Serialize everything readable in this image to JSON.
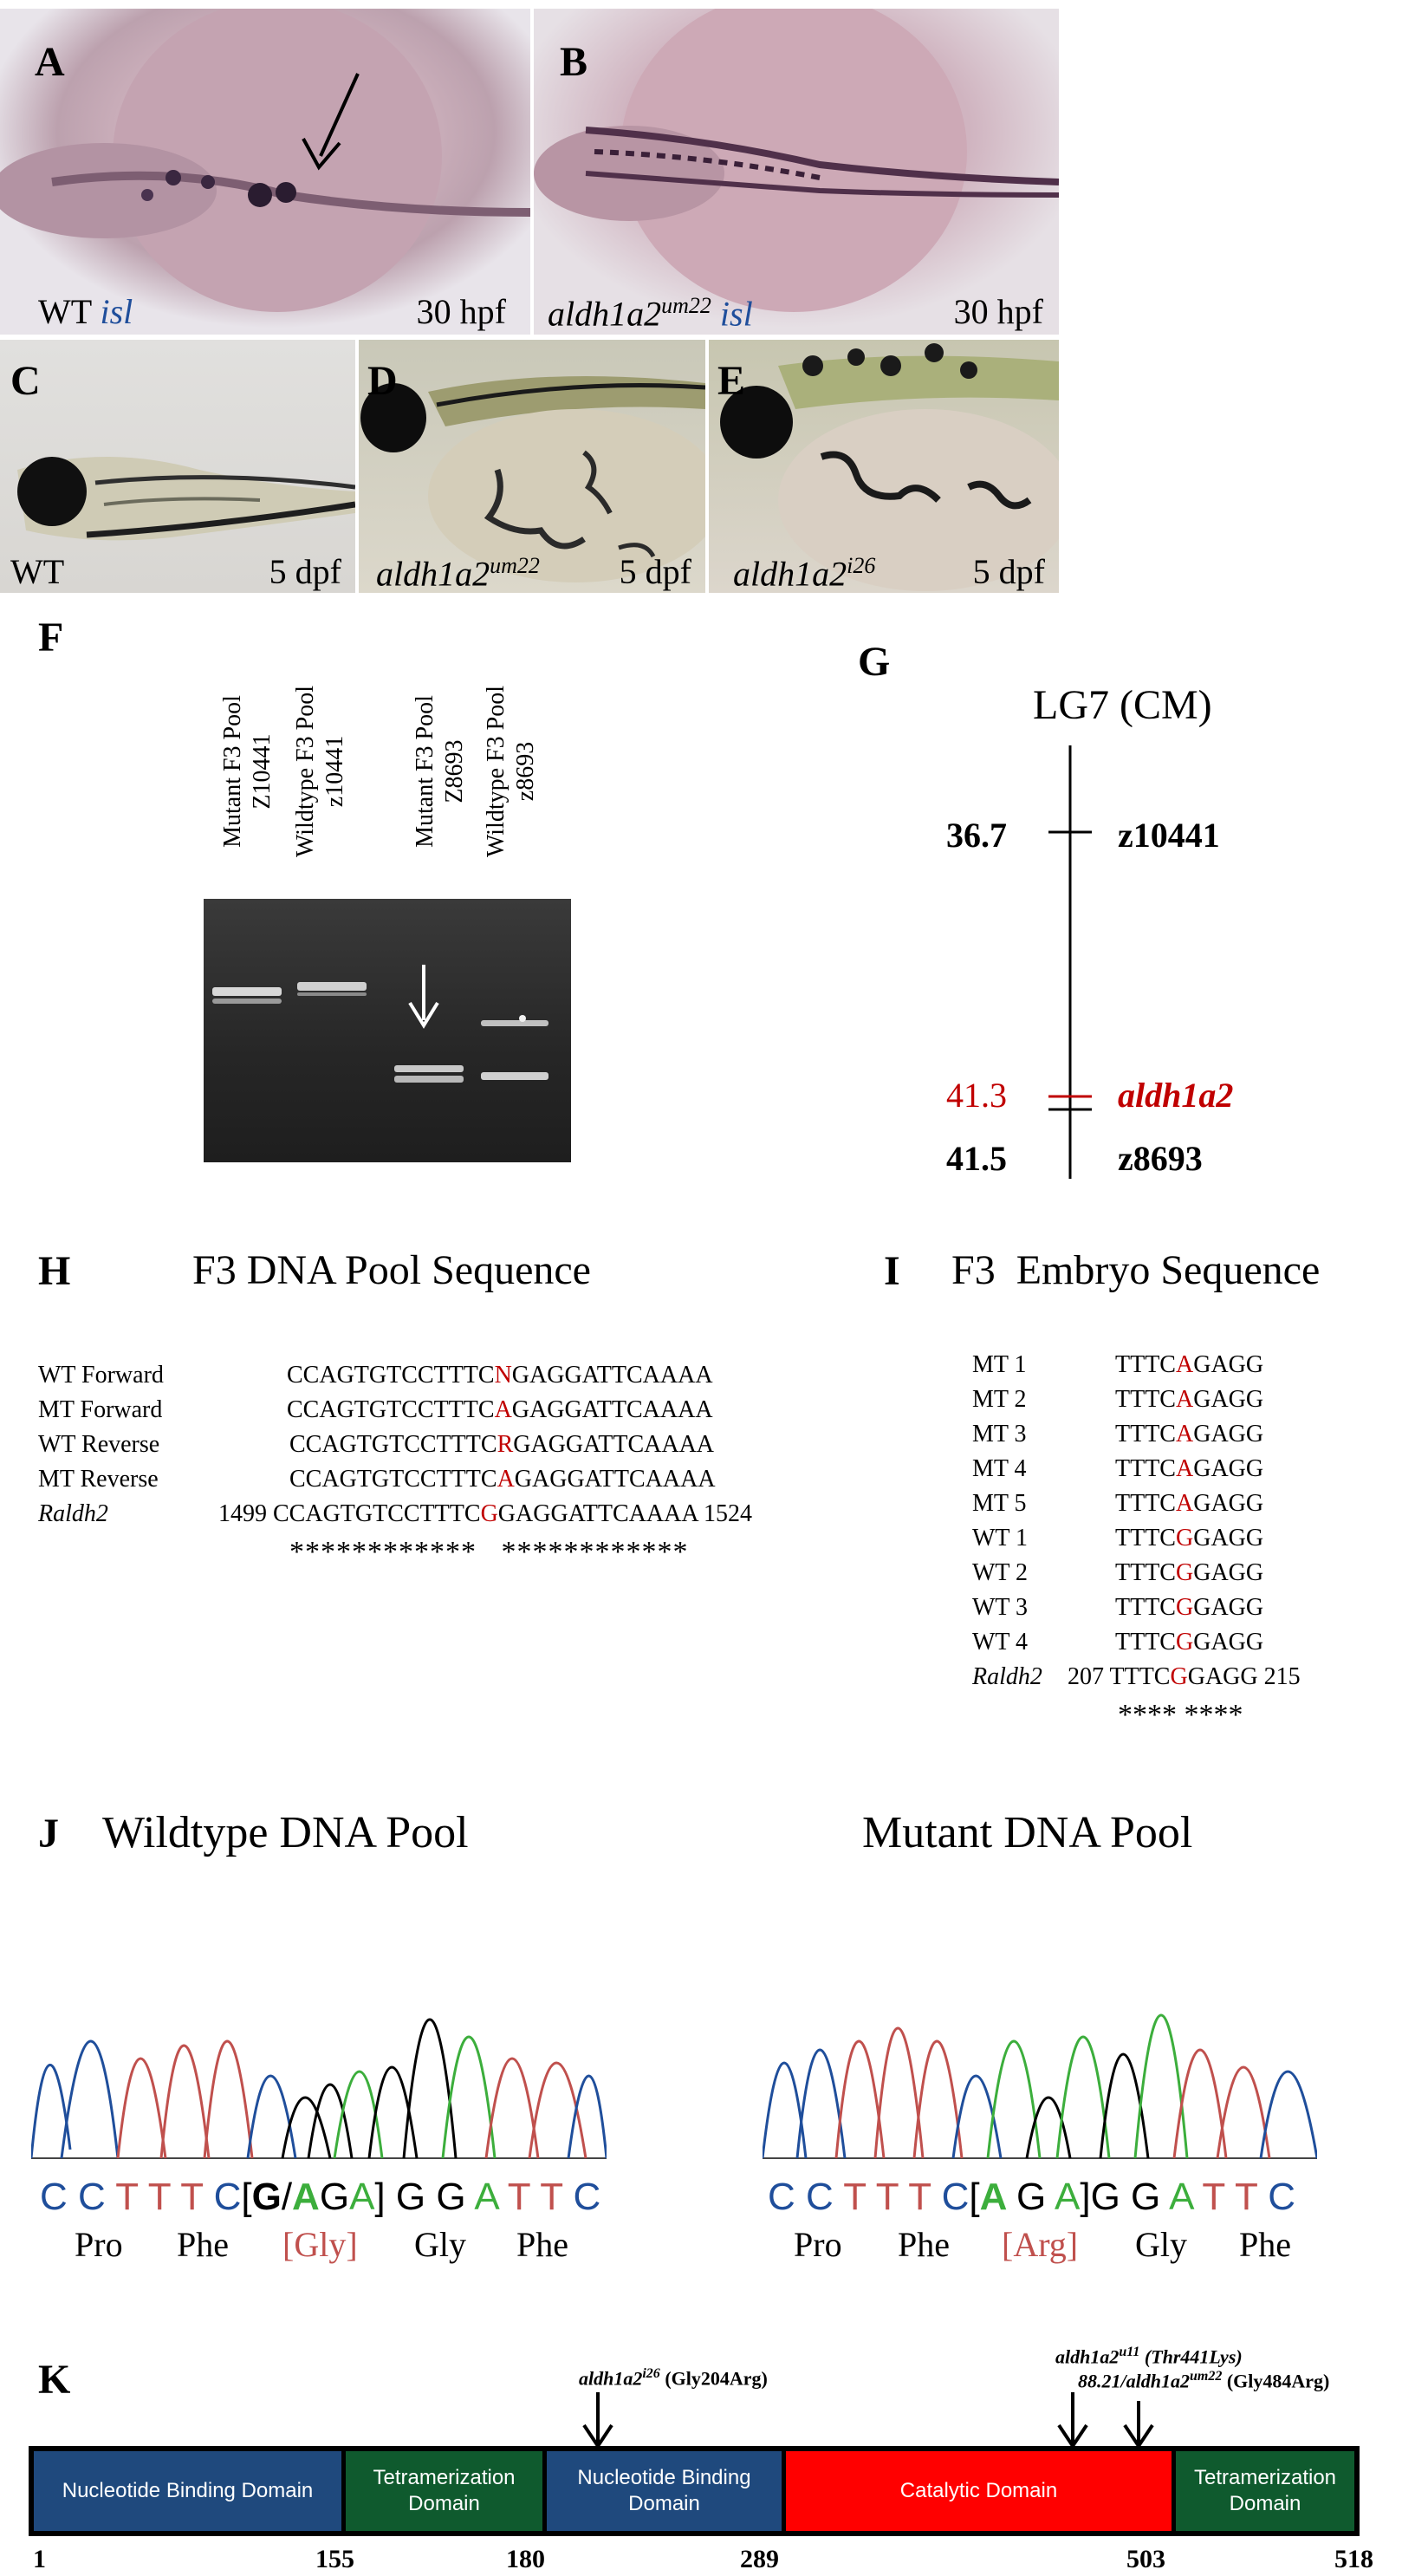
{
  "panelA": {
    "label": "A",
    "caption_prefix": "WT ",
    "caption_gene": "isl",
    "stage": "30 hpf"
  },
  "panelB": {
    "label": "B",
    "caption_strain": "aldh1a2",
    "caption_sup": "um22",
    "caption_gene": " isl",
    "stage": "30 hpf"
  },
  "panelC": {
    "label": "C",
    "caption": "WT",
    "stage": "5 dpf"
  },
  "panelD": {
    "label": "D",
    "caption_strain": "aldh1a2",
    "caption_sup": "um22",
    "stage": "5 dpf"
  },
  "panelE": {
    "label": "E",
    "caption_strain": "aldh1a2",
    "caption_sup": "i26",
    "stage": "5 dpf"
  },
  "panelF": {
    "label": "F",
    "lanes": [
      {
        "line1": "Mutant F3  Pool",
        "line2": "Z10441"
      },
      {
        "line1": "Wildtype F3 Pool",
        "line2": "z10441"
      },
      {
        "line1": "Mutant F3  Pool",
        "line2": "Z8693"
      },
      {
        "line1": "Wildtype F3 Pool",
        "line2": "z8693"
      }
    ]
  },
  "panelG": {
    "label": "G",
    "title": "LG7 (CM)",
    "markers": [
      {
        "pos": "36.7",
        "name": "z10441"
      },
      {
        "pos": "41.3",
        "name": "aldh1a2"
      },
      {
        "pos": "41.5",
        "name": "z8693"
      }
    ]
  },
  "panelH": {
    "label": "H",
    "title": "F3 DNA Pool Sequence",
    "rows": [
      {
        "name": "WT Forward",
        "start": "",
        "pre": "CCAGTGTCCTTTC",
        "snp": "N",
        "post": "GAGGATTCAAAA",
        "end": ""
      },
      {
        "name": "MT Forward",
        "start": "",
        "pre": "CCAGTGTCCTTTC",
        "snp": "A",
        "post": "GAGGATTCAAAA",
        "end": ""
      },
      {
        "name": "WT Reverse",
        "start": "",
        "pre": "CCAGTGTCCTTTC",
        "snp": "R",
        "post": "GAGGATTCAAAA",
        "end": ""
      },
      {
        "name": "MT Reverse",
        "start": "",
        "pre": "CCAGTGTCCTTTC",
        "snp": "A",
        "post": "GAGGATTCAAAA",
        "end": ""
      },
      {
        "name": "Raldh2",
        "start": "1499",
        "pre": "CCAGTGTCCTTTC",
        "snp": "G",
        "post": "GAGGATTCAAAA",
        "end": "1524"
      }
    ],
    "conservation": "************   ************"
  },
  "panelI": {
    "label": "I",
    "title": "F3  Embryo Sequence",
    "rows": [
      {
        "name": "MT 1",
        "pre": "TTTC",
        "snp": "A",
        "post": "GAGG"
      },
      {
        "name": "MT 2",
        "pre": "TTTC",
        "snp": "A",
        "post": "GAGG"
      },
      {
        "name": "MT 3",
        "pre": "TTTC",
        "snp": "A",
        "post": "GAGG"
      },
      {
        "name": "MT 4",
        "pre": "TTTC",
        "snp": "A",
        "post": "GAGG"
      },
      {
        "name": "MT 5",
        "pre": "TTTC",
        "snp": "A",
        "post": "GAGG"
      },
      {
        "name": "WT 1",
        "pre": "TTTC",
        "snp": "G",
        "post": "GAGG"
      },
      {
        "name": "WT 2",
        "pre": "TTTC",
        "snp": "G",
        "post": "GAGG"
      },
      {
        "name": "WT 3",
        "pre": "TTTC",
        "snp": "G",
        "post": "GAGG"
      },
      {
        "name": "WT 4",
        "pre": "TTTC",
        "snp": "G",
        "post": "GAGG"
      }
    ],
    "ref": {
      "name": "Raldh2",
      "start": "207",
      "pre": "TTTC",
      "snp": "G",
      "post": "GAGG",
      "end": "215"
    },
    "conservation": "**** ****"
  },
  "panelJ": {
    "label": "J",
    "left": {
      "title": "Wildtype DNA Pool",
      "amino": [
        "Pro",
        "Phe",
        "[Gly]",
        "Gly",
        "Phe"
      ]
    },
    "right": {
      "title": "Mutant DNA Pool",
      "amino": [
        "Pro",
        "Phe",
        "[Arg]",
        "Gly",
        "Phe"
      ]
    }
  },
  "panelK": {
    "label": "K",
    "domains": [
      {
        "name": "Nucleotide Binding Domain",
        "color": "#1f497d"
      },
      {
        "name": "Tetramerization Domain",
        "color": "#0f5a2e"
      },
      {
        "name": "Nucleotide Binding Domain",
        "color": "#1f497d"
      },
      {
        "name": "Catalytic Domain",
        "color": "#ff0000"
      },
      {
        "name": "Tetramerization Domain",
        "color": "#0f5a2e"
      }
    ],
    "ticks": [
      "1",
      "155",
      "180",
      "289",
      "503",
      "518"
    ],
    "mutations": [
      {
        "allele": "aldh1a2",
        "sup": "i26",
        "change": "(Gly204Arg)"
      },
      {
        "allele": "aldh1a2",
        "sup": "u11",
        "change": "(Thr441Lys)"
      },
      {
        "allele": "88.21/aldh1a2",
        "sup": "um22",
        "change": "(Gly484Arg)"
      }
    ]
  },
  "colors": {
    "A": "#3cae3c",
    "C": "#1f4e9b",
    "G": "#000000",
    "T": "#c0504d",
    "snp": "#c00000"
  }
}
